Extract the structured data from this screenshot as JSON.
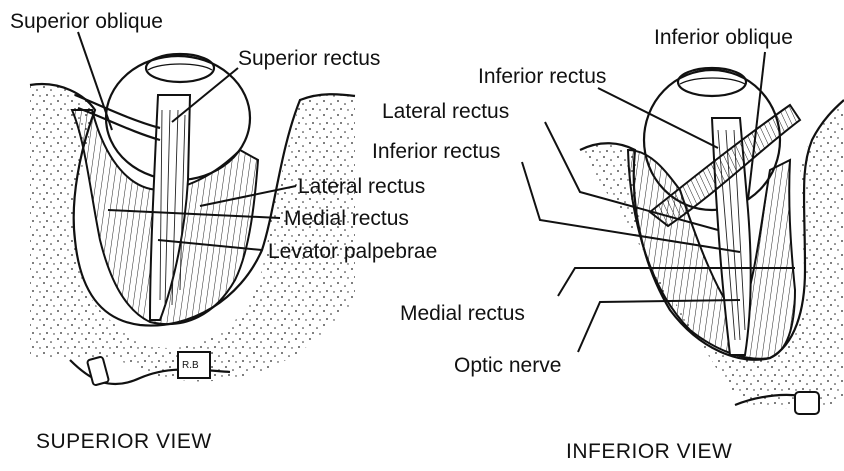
{
  "superior_view": {
    "caption": "SUPERIOR VIEW",
    "labels": {
      "superior_oblique": "Superior oblique",
      "superior_rectus": "Superior rectus",
      "lateral_rectus": "Lateral rectus",
      "medial_rectus": "Medial rectus",
      "levator_palpebrae": "Levator palpebrae"
    },
    "stamp": "R.B"
  },
  "inferior_view": {
    "caption": "INFERIOR VIEW",
    "labels": {
      "inferior_oblique": "Inferior oblique",
      "inferior_rectus_top": "Inferior rectus",
      "lateral_rectus": "Lateral rectus",
      "inferior_rectus": "Inferior rectus",
      "medial_rectus": "Medial rectus",
      "optic_nerve": "Optic nerve"
    }
  }
}
